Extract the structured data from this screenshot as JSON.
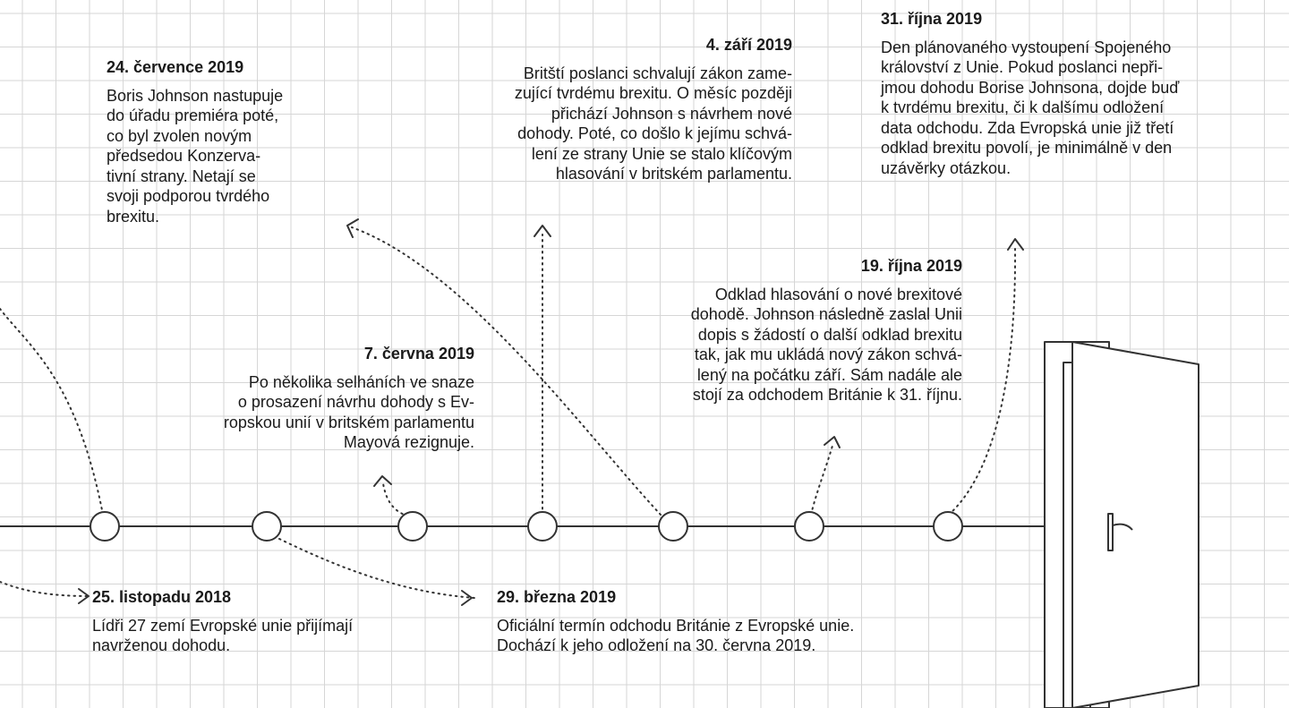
{
  "events": [
    {
      "date": "24. července 2019",
      "text": "Boris Johnson nastupuje\ndo úřadu premiéra poté,\nco byl zvolen novým\npředsedou Konzerva-\ntivní strany. Netají se\nsvoji podporou tvrdého\nbrexitu."
    },
    {
      "date": "4. září 2019",
      "text": "Britští poslanci schvalují zákon zame-\nzující tvrdému brexitu. O měsíc později\npřichází Johnson s návrhem nové\ndohody. Poté, co došlo k jejímu schvá-\nlení ze strany Unie se stalo klíčovým\nhlasování v britském parlamentu."
    },
    {
      "date": "31. října 2019",
      "text": "Den plánovaného vystoupení Spojeného\nkrálovství z Unie. Pokud poslanci nepři-\njmou dohodu Borise Johnsona, dojde buď\nk tvrdému brexitu, či k dalšímu odložení\ndata odchodu. Zda Evropská unie již třetí\nodklad brexitu povolí, je minimálně v den\nuzávěrky otázkou."
    },
    {
      "date": "19. října 2019",
      "text": "Odklad hlasování o nové brexitové\ndohodě. Johnson následně zaslal Unii\ndopis s žádostí o další odklad brexitu\ntak, jak mu ukládá nový zákon schvá-\nlený na počátku září. Sám nadále ale\nstojí za odchodem Británie k 31. říjnu."
    },
    {
      "date": "7. června 2019",
      "text": "Po několika selháních ve snaze\no prosazení návrhu dohody s Ev-\nropskou unií v britském parlamentu\nMayová rezignuje."
    },
    {
      "date": "25. listopadu 2018",
      "text": "Lídři 27 zemí Evropské unie přijímají\nnavrženou dohodu."
    },
    {
      "date": "29. března 2019",
      "text": "Oficiální termín odchodu Británie z Evropské unie.\nDochází k jeho odložení na 30. června 2019."
    }
  ]
}
